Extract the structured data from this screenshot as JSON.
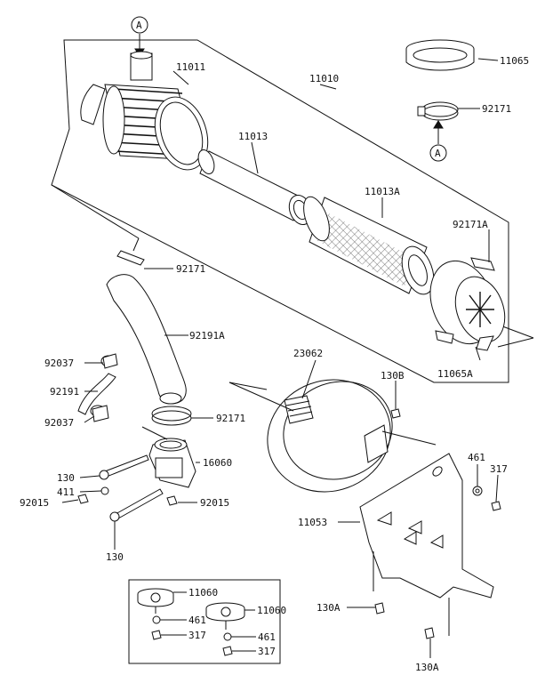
{
  "ref_a": "A",
  "parts": {
    "air_cleaner_assy": "11010",
    "body": "11011",
    "element": "11013",
    "element_inner": "11013A",
    "cap": "11065",
    "cover": "11065A",
    "clamp_top": "92171",
    "clamp_cover": "92171A",
    "clamp_mid": "92171",
    "clamp_small": "92171",
    "hose_main": "92191A",
    "hose_small": "92191",
    "clip_upper": "92037",
    "clip_lower": "92037",
    "band": "23062",
    "bracket": "11053",
    "bolt_130b": "130B",
    "bolt_130": "130",
    "bolt_130_lower": "130",
    "washer_411": "411",
    "nut_92015_left": "92015",
    "nut_92015_right": "92015",
    "fitting": "16060",
    "washer_461": "461",
    "nut_317": "317",
    "bolt_130a_left": "130A",
    "bolt_130a_bottom": "130A"
  },
  "inset": {
    "gasket_1": "11060",
    "gasket_2": "11060",
    "washer_1": "461",
    "washer_2": "461",
    "nut_1": "317",
    "nut_2": "317"
  },
  "colors": {
    "line": "#111111",
    "background": "#ffffff"
  }
}
